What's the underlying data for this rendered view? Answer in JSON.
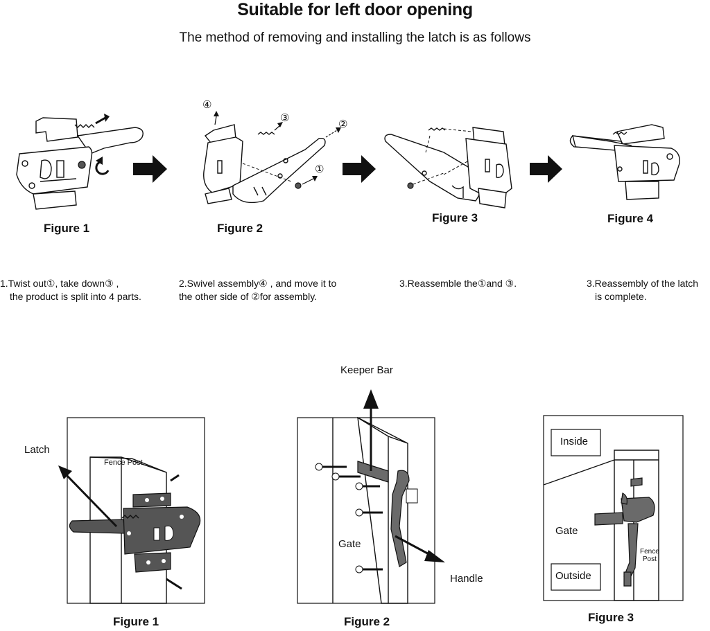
{
  "header": {
    "title": "Suitable for left door opening",
    "subtitle": "The method of removing and installing the latch is as follows"
  },
  "top_figures": [
    {
      "label": "Figure 1",
      "step_line1": "1.Twist out①,  take down③ ,",
      "step_line2": "the product is split into 4 parts."
    },
    {
      "label": "Figure 2",
      "step_line1": "2.Swivel assembly④ , and move it to",
      "step_line2": "the other side of ②for assembly."
    },
    {
      "label": "Figure 3",
      "step_line1": "3.Reassemble the①and ③.",
      "step_line2": ""
    },
    {
      "label": "Figure 4",
      "step_line1": "3.Reassembly of the latch",
      "step_line2": "is complete."
    }
  ],
  "callouts": {
    "c1": "①",
    "c2": "②",
    "c3": "③",
    "c4": "④"
  },
  "bottom_figures": [
    {
      "label": "Figure 1",
      "callout_latch": "Latch",
      "post_text": "Fence Post"
    },
    {
      "label": "Figure 2",
      "callout_keeper": "Keeper Bar",
      "callout_gate": "Gate",
      "callout_handle": "Handle"
    },
    {
      "label": "Figure 3",
      "box_inside": "Inside",
      "box_outside": "Outside",
      "callout_gate": "Gate",
      "post_text_line1": "Fence",
      "post_text_line2": "Post"
    }
  ],
  "icons": {
    "arrow": "right-arrow-icon",
    "rotate": "rotate-icon"
  },
  "colors": {
    "ink": "#111111",
    "metal": "#555555"
  }
}
